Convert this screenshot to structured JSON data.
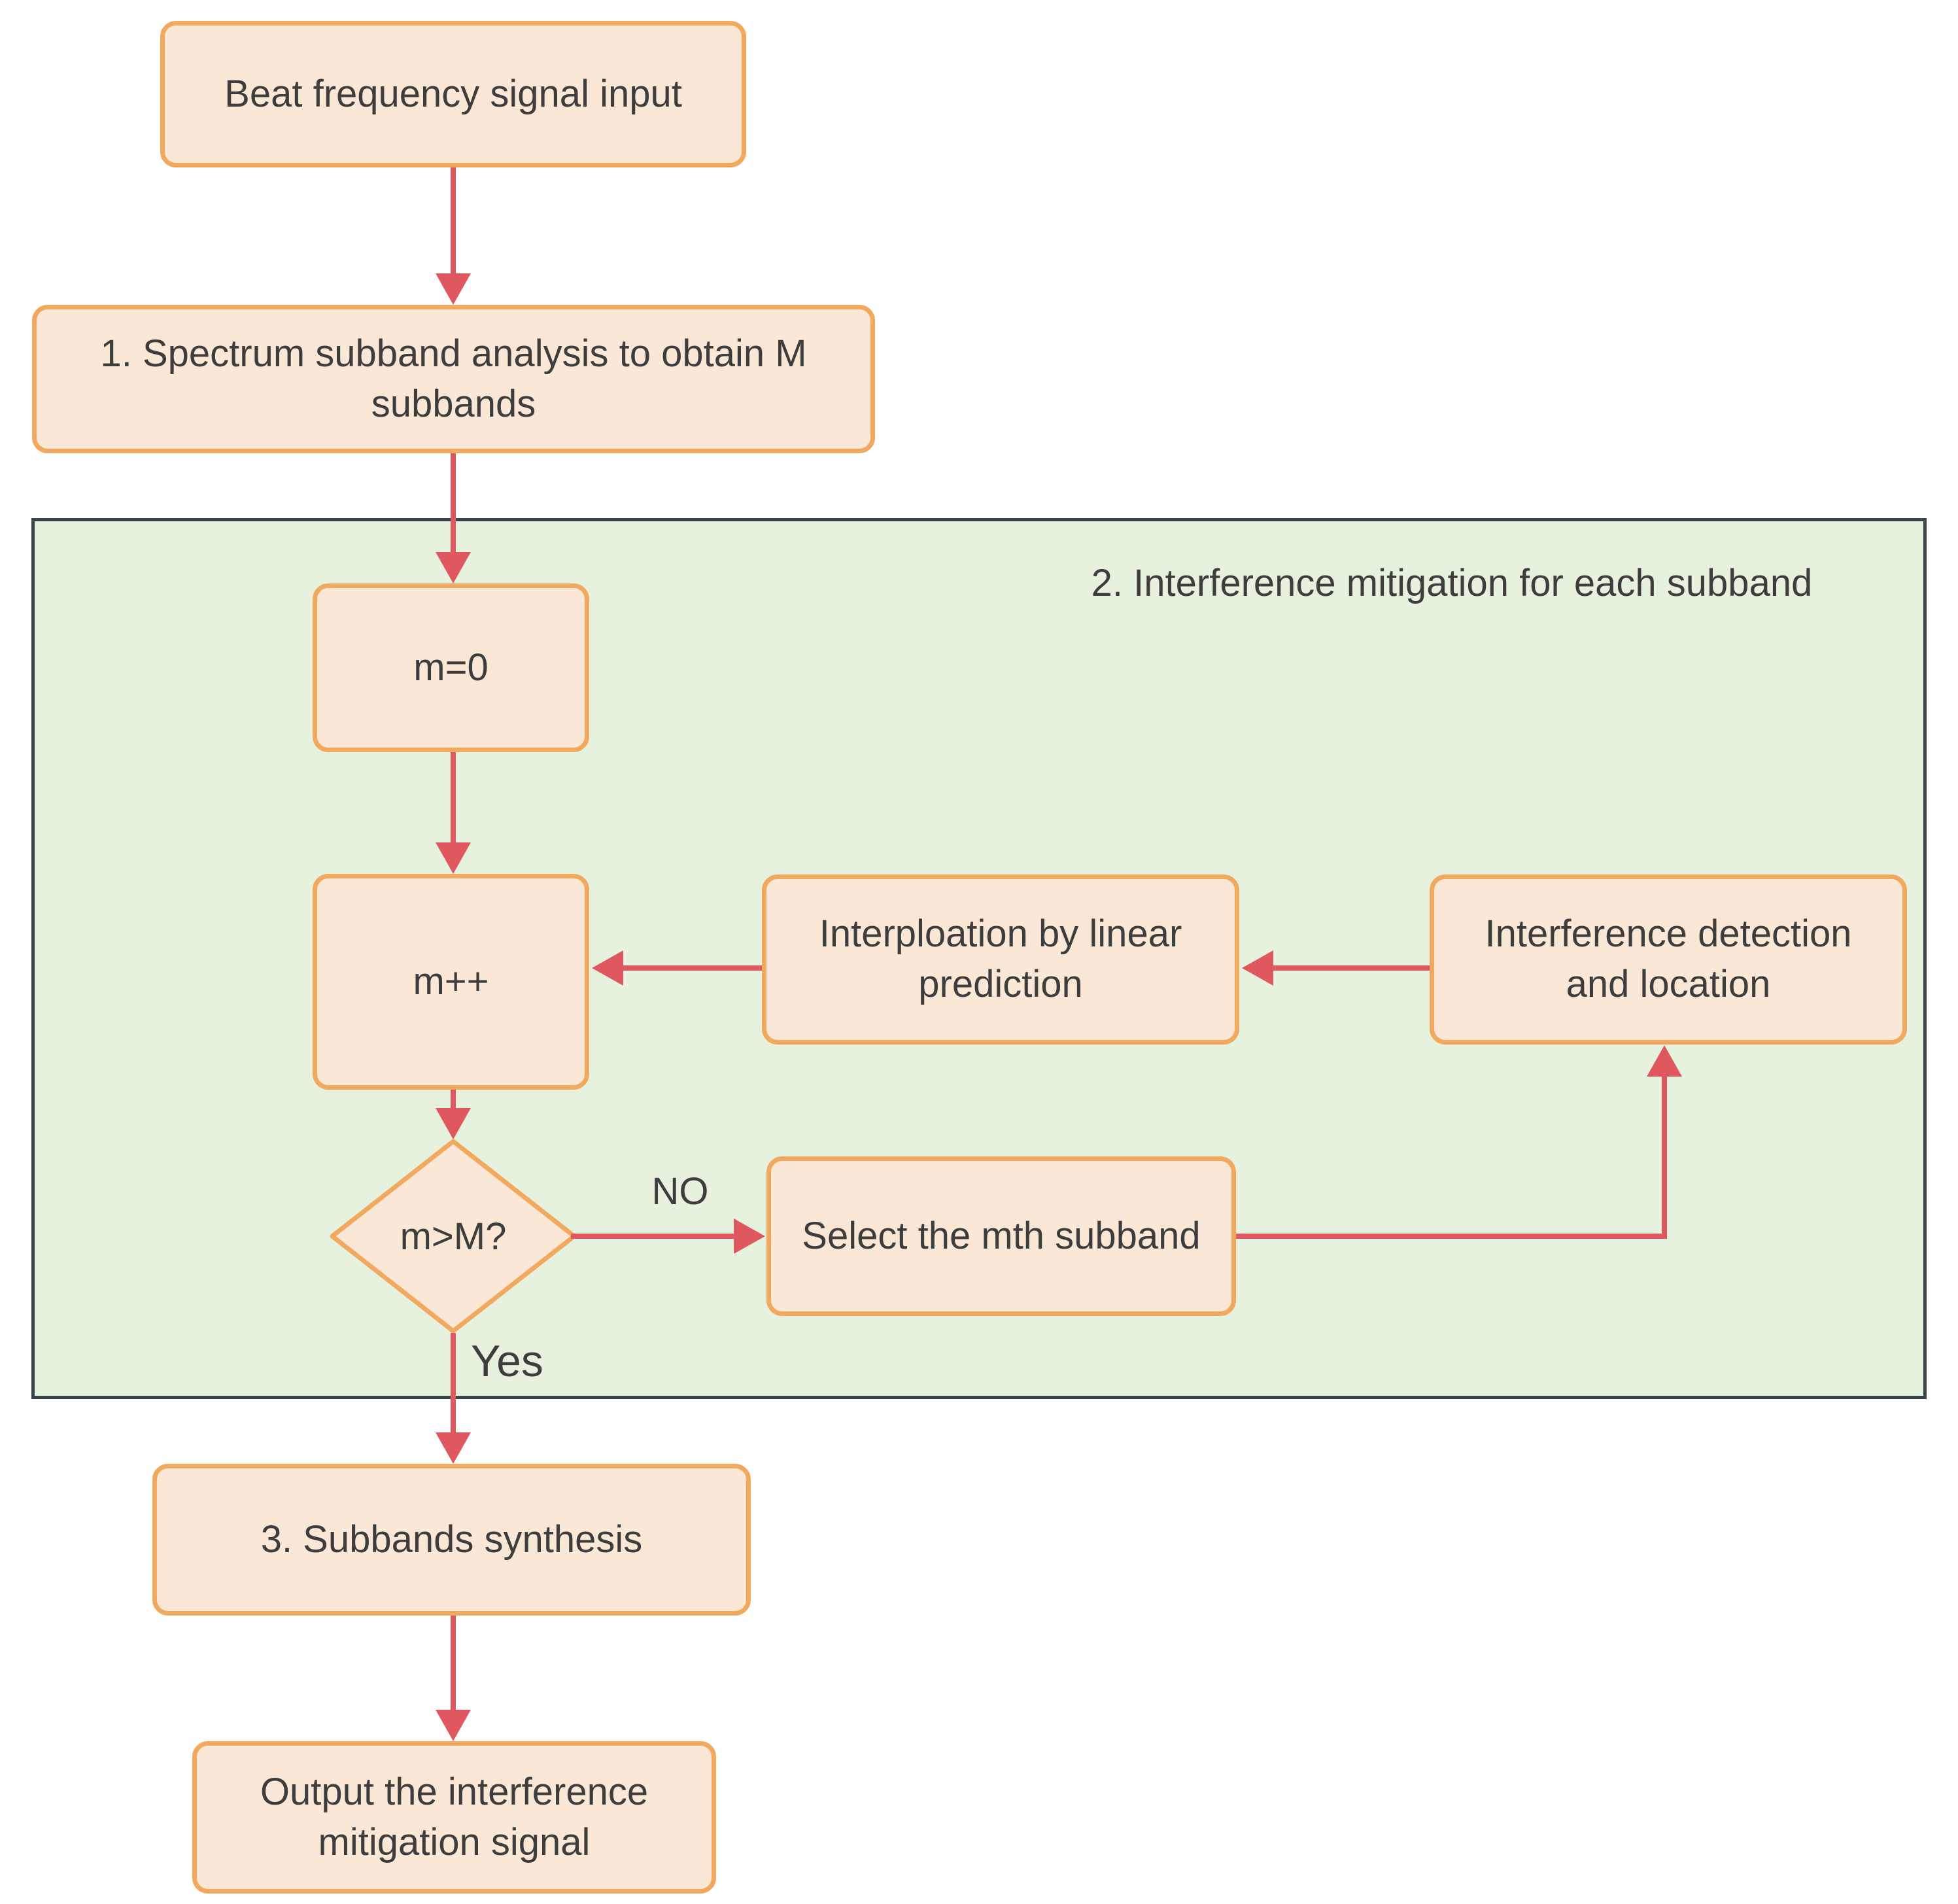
{
  "nodes": {
    "beat": {
      "label": "Beat frequency signal input"
    },
    "spectrum": {
      "label": "1. Spectrum subband analysis to obtain M subbands"
    },
    "m0": {
      "label": "m=0"
    },
    "mpp": {
      "label": "m++"
    },
    "interp": {
      "label": "Interploation by linear prediction"
    },
    "detect": {
      "label": "Interference detection and location"
    },
    "decision": {
      "label": "m>M?"
    },
    "select": {
      "label": "Select the mth subband"
    },
    "synthesis": {
      "label": "3. Subbands synthesis"
    },
    "output": {
      "label": "Output the interference mitigation signal"
    }
  },
  "container": {
    "title": "2. Interference mitigation for each subband"
  },
  "edges": {
    "no_label": "NO",
    "yes_label": "Yes"
  },
  "colors": {
    "node_fill": "#fae7d6",
    "node_border": "#f0a95f",
    "container_fill": "#e6f2de",
    "container_border": "#39444b",
    "arrow": "#e0585f",
    "text": "#3d3d3d",
    "page_background": "#ffffff"
  }
}
